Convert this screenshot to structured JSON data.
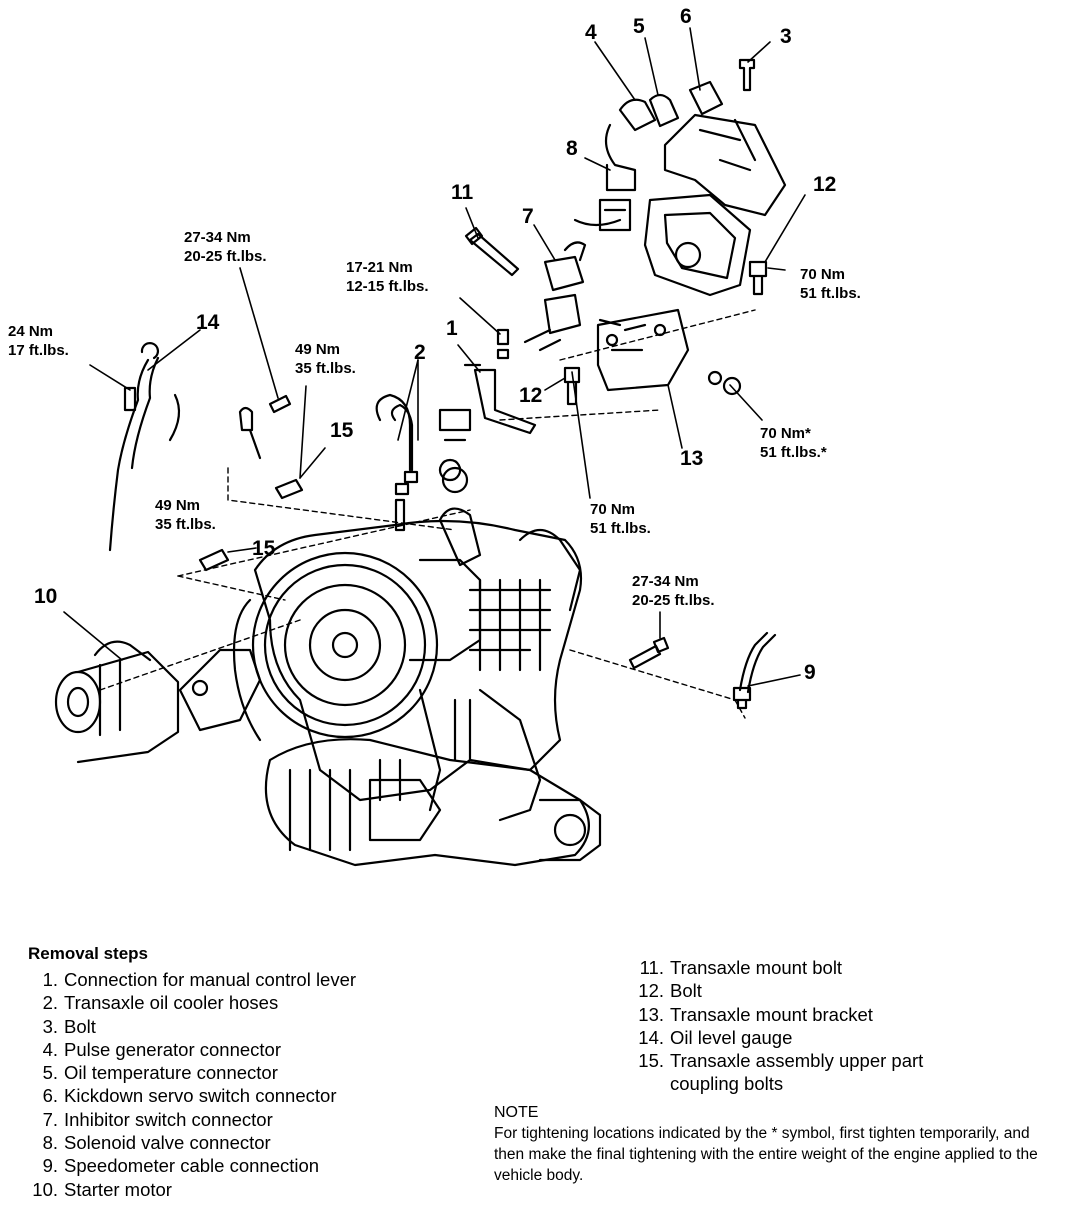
{
  "diagram": {
    "callouts": {
      "c1": "1",
      "c2": "2",
      "c3": "3",
      "c4": "4",
      "c5": "5",
      "c6": "6",
      "c7": "7",
      "c8": "8",
      "c9": "9",
      "c10": "10",
      "c11": "11",
      "c12a": "12",
      "c12b": "12",
      "c13": "13",
      "c14": "14",
      "c15a": "15",
      "c15b": "15"
    },
    "torque": {
      "t_2734_top": {
        "nm": "27-34 Nm",
        "ft": "20-25 ft.lbs."
      },
      "t_1721": {
        "nm": "17-21 Nm",
        "ft": "12-15 ft.lbs."
      },
      "t_24": {
        "nm": "24 Nm",
        "ft": "17 ft.lbs."
      },
      "t_49_upper": {
        "nm": "49 Nm",
        "ft": "35 ft.lbs."
      },
      "t_49_lower": {
        "nm": "49 Nm",
        "ft": "35 ft.lbs."
      },
      "t_70_right": {
        "nm": "70 Nm",
        "ft": "51 ft.lbs."
      },
      "t_70_star": {
        "nm": "70 Nm*",
        "ft": "51 ft.lbs.*"
      },
      "t_70_mid": {
        "nm": "70 Nm",
        "ft": "51 ft.lbs."
      },
      "t_2734_right": {
        "nm": "27-34 Nm",
        "ft": "20-25 ft.lbs."
      }
    }
  },
  "legend": {
    "title": "Removal steps",
    "left_steps": [
      {
        "n": "1.",
        "text": "Connection for manual control lever"
      },
      {
        "n": "2.",
        "text": "Transaxle oil cooler hoses"
      },
      {
        "n": "3.",
        "text": "Bolt"
      },
      {
        "n": "4.",
        "text": "Pulse generator connector"
      },
      {
        "n": "5.",
        "text": "Oil temperature connector"
      },
      {
        "n": "6.",
        "text": "Kickdown servo switch connector"
      },
      {
        "n": "7.",
        "text": "Inhibitor switch connector"
      },
      {
        "n": "8.",
        "text": "Solenoid valve connector"
      },
      {
        "n": "9.",
        "text": "Speedometer cable connection"
      },
      {
        "n": "10.",
        "text": "Starter motor"
      }
    ],
    "right_steps": [
      {
        "n": "11.",
        "text": "Transaxle mount bolt"
      },
      {
        "n": "12.",
        "text": "Bolt"
      },
      {
        "n": "13.",
        "text": "Transaxle mount bracket"
      },
      {
        "n": "14.",
        "text": "Oil level gauge"
      },
      {
        "n": "15.",
        "text": "Transaxle assembly upper part",
        "text2": "coupling bolts"
      }
    ],
    "note_title": "NOTE",
    "note_text": "For tightening locations indicated by the * symbol, first tighten temporarily, and then make the final tightening with the entire weight of the engine applied to the vehicle body."
  }
}
